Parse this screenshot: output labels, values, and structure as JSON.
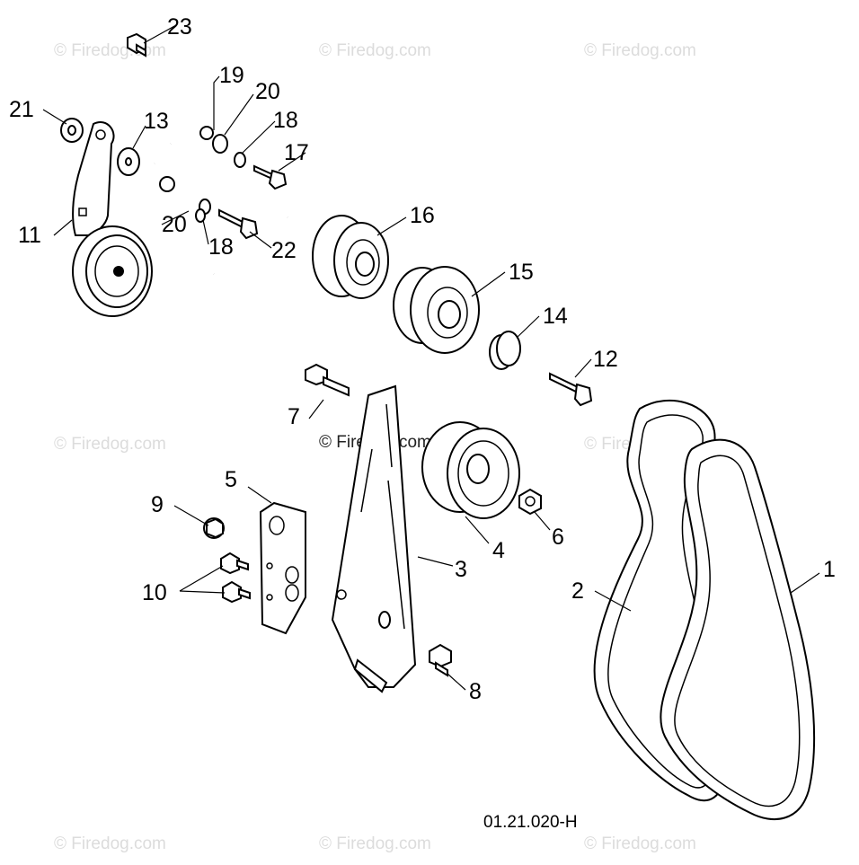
{
  "diagram": {
    "watermark_text": "© Firedog.com",
    "drawing_code": "01.21.020-H",
    "callouts": {
      "p1": "1",
      "p2": "2",
      "p3": "3",
      "p4": "4",
      "p5": "5",
      "p6": "6",
      "p7": "7",
      "p8": "8",
      "p9": "9",
      "p10": "10",
      "p11": "11",
      "p12": "12",
      "p13": "13",
      "p14": "14",
      "p15": "15",
      "p16": "16",
      "p17": "17",
      "p18a": "18",
      "p18b": "18",
      "p19": "19",
      "p20a": "20",
      "p20b": "20",
      "p21": "21",
      "p22": "22",
      "p23": "23"
    }
  }
}
